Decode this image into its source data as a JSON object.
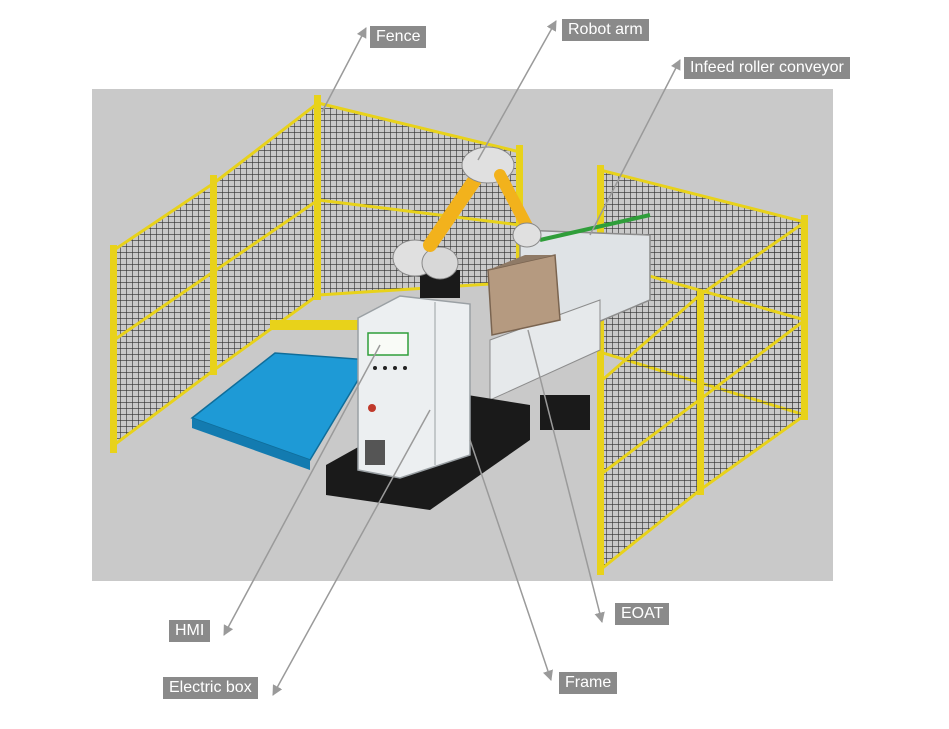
{
  "labels": {
    "fence": "Fence",
    "robot_arm": "Robot arm",
    "infeed": "Infeed roller conveyor",
    "eoat": "EOAT",
    "frame": "Frame",
    "hmi": "HMI",
    "electric_box": "Electric box"
  },
  "colors": {
    "background_panel": "#c9c9c9",
    "fence_post": "#e8d21a",
    "mesh": "#2e2e2e",
    "pallet": "#1e9ad6",
    "cabinet": "#eceff1",
    "base": "#1a1a1a",
    "arm": "#f2b21c",
    "eoat": "#b59a80",
    "label_bg": "#8a8a8a",
    "leader": "#9a9a9a"
  }
}
